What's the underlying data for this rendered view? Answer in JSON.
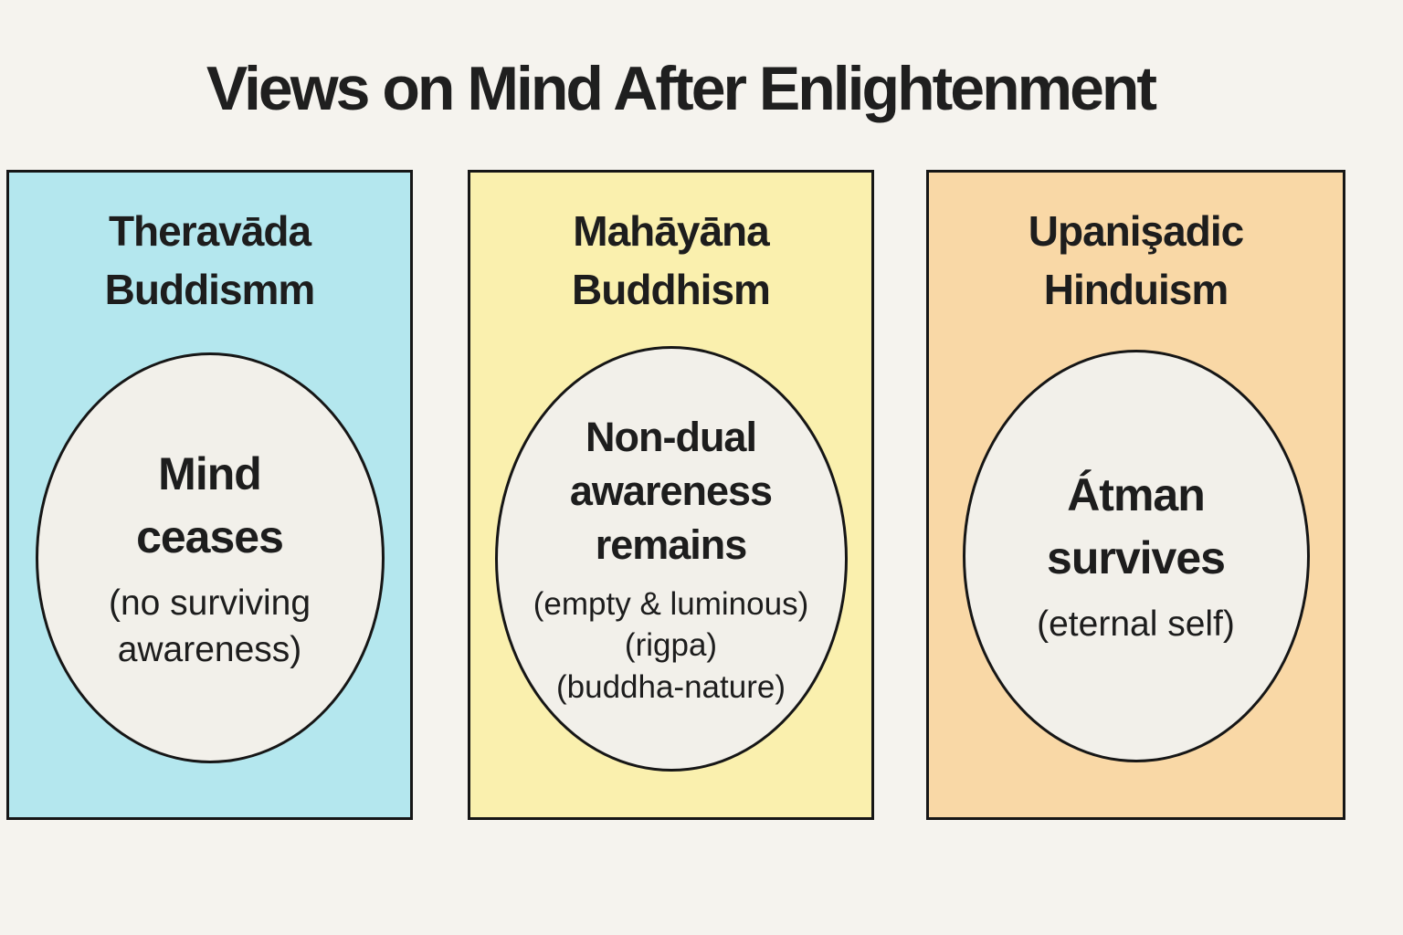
{
  "title": "Views on Mind After Enlightenment",
  "colors": {
    "background": "#f5f3ee",
    "border": "#161616",
    "text": "#1d1d1d",
    "ellipse_fill": "#f2f0ea",
    "panel_theravada_bg": "#b4e7ee",
    "panel_mahayana_bg": "#faf0ae",
    "panel_upanishadic_bg": "#f9d8a6"
  },
  "panels": [
    {
      "header": {
        "line1": "Theravāda",
        "line2": "Buddismm"
      },
      "ellipse": {
        "main": {
          "0": "Mind",
          "1": "ceases"
        },
        "sub": {
          "0": "(no surviving awareness)"
        }
      }
    },
    {
      "header": {
        "line1": "Mahāyāna",
        "line2": "Buddhism"
      },
      "ellipse": {
        "main": {
          "0": "Non-dual",
          "1": "awareness",
          "2": "remains"
        },
        "sub": {
          "0": "(empty & luminous)",
          "1": "(rigpa)",
          "2": "(buddha-nature)"
        }
      }
    },
    {
      "header": {
        "line1": "Upanişadic",
        "line2": "Hinduism"
      },
      "ellipse": {
        "main": {
          "0": "Átman",
          "1": "survives"
        },
        "sub": {
          "0": "(eternal self)"
        }
      }
    }
  ]
}
